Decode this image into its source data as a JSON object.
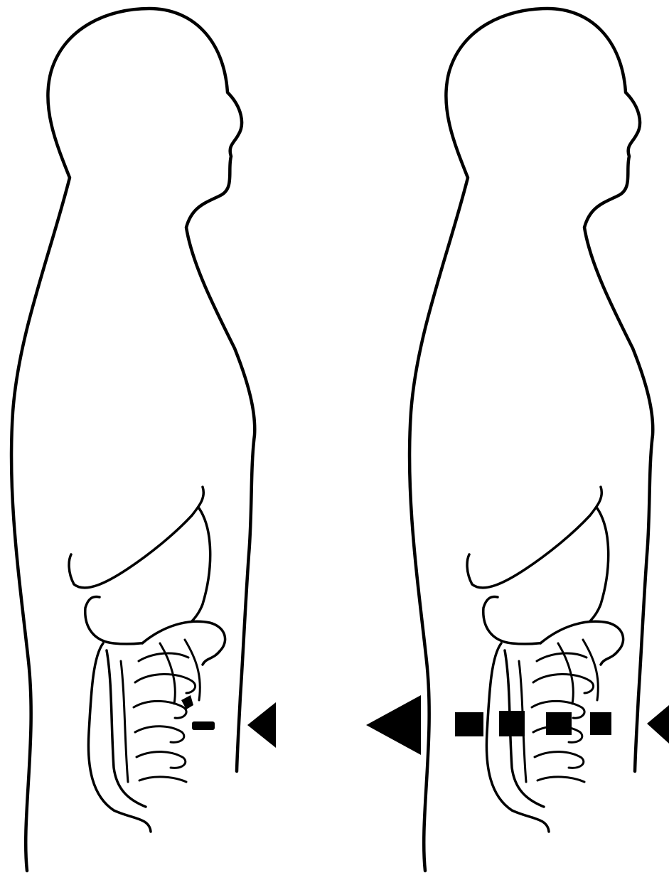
{
  "figures": [
    {
      "id": "left",
      "penetration": "partial"
    },
    {
      "id": "right",
      "penetration": "through"
    }
  ],
  "colors": {
    "line": "#000000",
    "background": "#ffffff"
  }
}
